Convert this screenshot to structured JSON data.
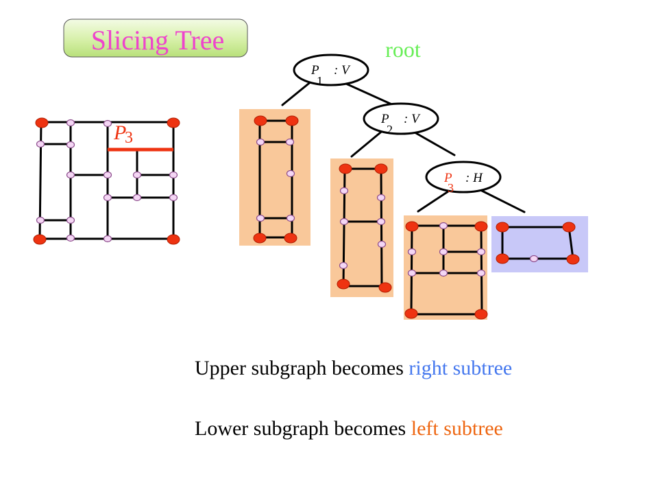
{
  "title": "Slicing Tree",
  "root_label": "root",
  "floorplan_label": {
    "letter": "P",
    "sub": "3"
  },
  "nodes": {
    "n1": {
      "letter": "P",
      "sub": "1",
      "op": ": V"
    },
    "n2": {
      "letter": "P",
      "sub": "2",
      "op": ": V"
    },
    "n3": {
      "letter": "P",
      "sub": "3",
      "op": ": H"
    }
  },
  "caption": {
    "upper_prefix": "Upper subgraph becomes",
    "upper_highlight": "right subtree",
    "lower_prefix": "Lower subgraph becomes",
    "lower_highlight": "left subtree"
  },
  "colors": {
    "title_pink": "#ee44cc",
    "title_box_green": "#d6f0a8",
    "root_green": "#66ee55",
    "p3_red": "#ee3311",
    "subtree_orange_fill": "#f9c89a",
    "subtree_blue_fill": "#c8c8f8",
    "right_subtree_blue": "#4477ee",
    "left_subtree_orange": "#ee6611"
  }
}
